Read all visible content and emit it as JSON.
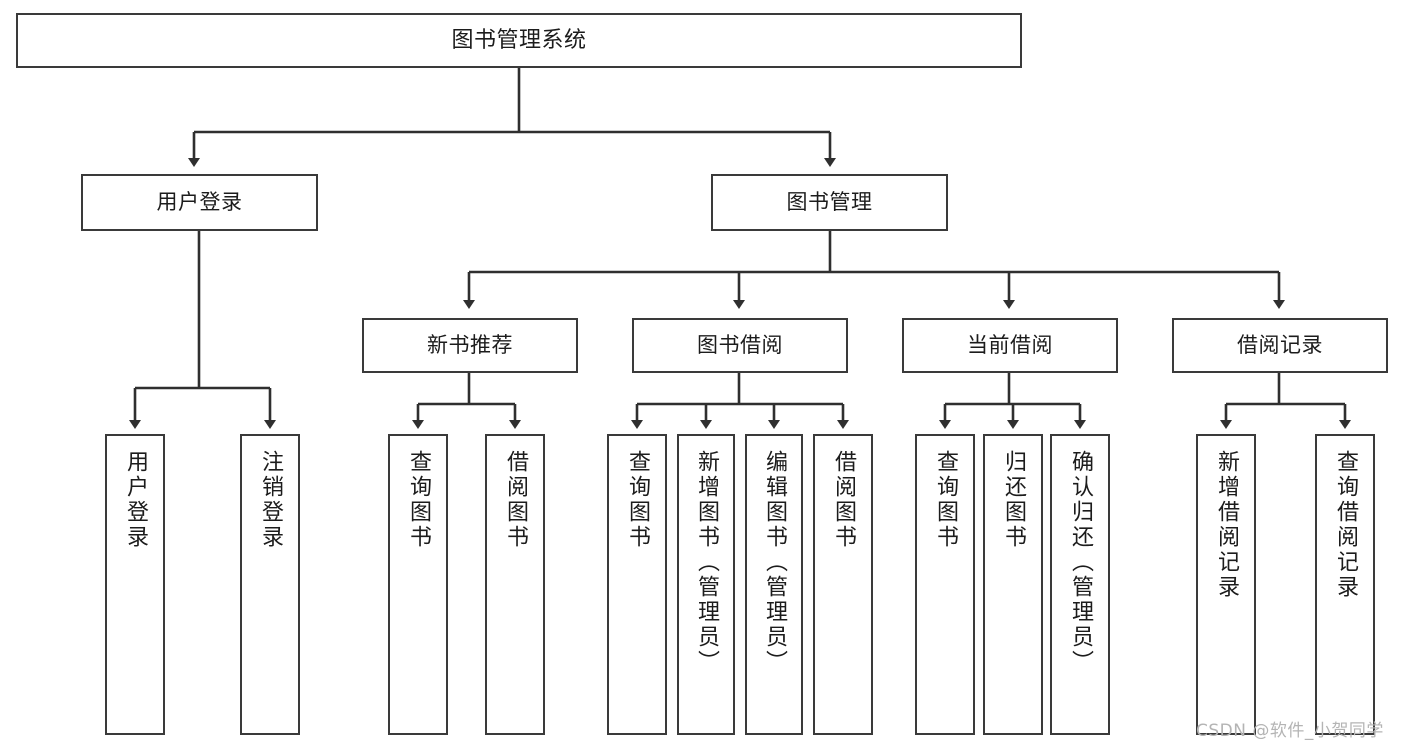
{
  "diagram": {
    "title": "图书管理系统",
    "type": "tree-hierarchy",
    "watermark": "CSDN @软件_小贺同学",
    "colors": {
      "box_border": "#3a3a3a",
      "box_fill": "#ffffff",
      "connector": "#2f2f2f",
      "text": "#1c1c1c",
      "watermark": "#b4b4b4",
      "background": "#ffffff"
    },
    "nodes": {
      "root": {
        "label": "图书管理系统"
      },
      "level1": [
        {
          "id": "user-login",
          "label": "用户登录"
        },
        {
          "id": "book-manage",
          "label": "图书管理"
        }
      ],
      "level2": [
        {
          "id": "new-book-recommend",
          "label": "新书推荐"
        },
        {
          "id": "book-borrow",
          "label": "图书借阅"
        },
        {
          "id": "current-borrow",
          "label": "当前借阅"
        },
        {
          "id": "borrow-record",
          "label": "借阅记录"
        }
      ],
      "leaves": {
        "user-login": [
          {
            "id": "leaf-user-login",
            "label": "用户登录"
          },
          {
            "id": "leaf-logout-login",
            "label": "注销登录"
          }
        ],
        "new-book-recommend": [
          {
            "id": "leaf-query-book-1",
            "label": "查询图书"
          },
          {
            "id": "leaf-borrow-book-1",
            "label": "借阅图书"
          }
        ],
        "book-borrow": [
          {
            "id": "leaf-query-book-2",
            "label": "查询图书"
          },
          {
            "id": "leaf-add-book",
            "label": "新增图书（管理员）"
          },
          {
            "id": "leaf-edit-book",
            "label": "编辑图书（管理员）"
          },
          {
            "id": "leaf-borrow-book-2",
            "label": "借阅图书"
          }
        ],
        "current-borrow": [
          {
            "id": "leaf-query-book-3",
            "label": "查询图书"
          },
          {
            "id": "leaf-return-book",
            "label": "归还图书"
          },
          {
            "id": "leaf-confirm-return",
            "label": "确认归还（管理员）"
          }
        ],
        "borrow-record": [
          {
            "id": "leaf-add-record",
            "label": "新增借阅记录"
          },
          {
            "id": "leaf-query-record",
            "label": "查询借阅记录"
          }
        ]
      }
    }
  }
}
